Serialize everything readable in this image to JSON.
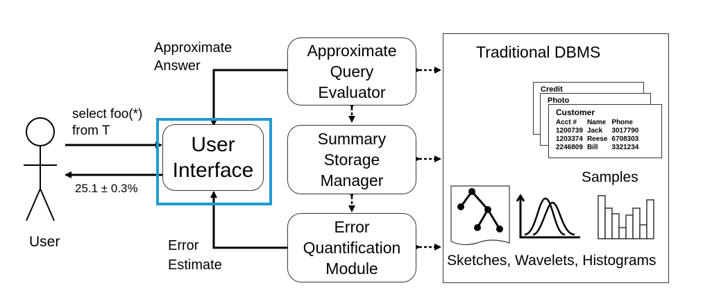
{
  "user": {
    "label": "User"
  },
  "query": {
    "line1": "select foo(*)",
    "line2": "from T"
  },
  "result": {
    "text": "25.1  ± 0.3%"
  },
  "approx_answer": {
    "line1": "Approximate",
    "line2": "Answer"
  },
  "error_estimate": {
    "line1": "Error",
    "line2": "Estimate"
  },
  "user_interface": {
    "line1": "User",
    "line2": "Interface",
    "highlight_color": "#1f9bd1"
  },
  "modules": {
    "evaluator": {
      "line1": "Approximate",
      "line2": "Query",
      "line3": "Evaluator"
    },
    "storage": {
      "line1": "Summary",
      "line2": "Storage",
      "line3": "Manager"
    },
    "error": {
      "line1": "Error",
      "line2": "Quantification",
      "line3": "Module"
    }
  },
  "dbms": {
    "title": "Traditional DBMS",
    "sheets": {
      "back": "Credit",
      "middle": "Photo",
      "front": "Customer"
    },
    "table": {
      "headers": [
        "Acct #",
        "Name",
        "Phone"
      ],
      "rows": [
        [
          "1200739",
          "Jack",
          "3017790"
        ],
        [
          "1203374",
          "Reese",
          "6708303"
        ],
        [
          "2246809",
          "Bill",
          "3321234"
        ]
      ]
    },
    "samples_label": "Samples",
    "summaries_label": "Sketches, Wavelets, Histograms"
  }
}
